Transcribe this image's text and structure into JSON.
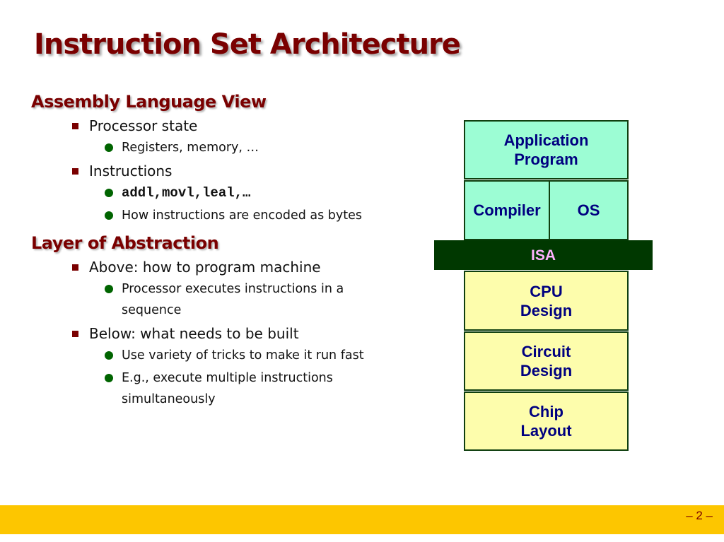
{
  "title": "Instruction Set Architecture",
  "sections": [
    {
      "heading": "Assembly Language View",
      "items": [
        {
          "text": "Processor state",
          "subs": [
            "Registers, memory, …"
          ]
        },
        {
          "text": "Instructions",
          "subs": [
            "addl,movl,leal,…",
            "How instructions are encoded as bytes"
          ]
        }
      ]
    },
    {
      "heading": "Layer of Abstraction",
      "items": [
        {
          "text": "Above: how to program machine",
          "subs": [
            "Processor executes instructions in a sequence"
          ]
        },
        {
          "text": "Below: what needs to be built",
          "subs": [
            "Use variety of tricks to make it run fast",
            "E.g., execute multiple instructions simultaneously"
          ]
        }
      ]
    }
  ],
  "diagram": {
    "application_program": "Application\nProgram",
    "compiler": "Compiler",
    "os": "OS",
    "isa": "ISA",
    "cpu_design": "CPU\nDesign",
    "circuit_design": "Circuit\nDesign",
    "chip_layout": "Chip\nLayout"
  },
  "colors": {
    "title": "#7a0000",
    "bullet_square": "#7a0000",
    "bullet_dot": "#006400",
    "box_green": "#9cfdd4",
    "box_yellow": "#fdfdac",
    "isa_bar": "#003800",
    "isa_text": "#ffb2ff",
    "box_text": "#000080",
    "footer_bar": "#fdc600"
  },
  "footer": {
    "page_number": "– 2 –"
  }
}
